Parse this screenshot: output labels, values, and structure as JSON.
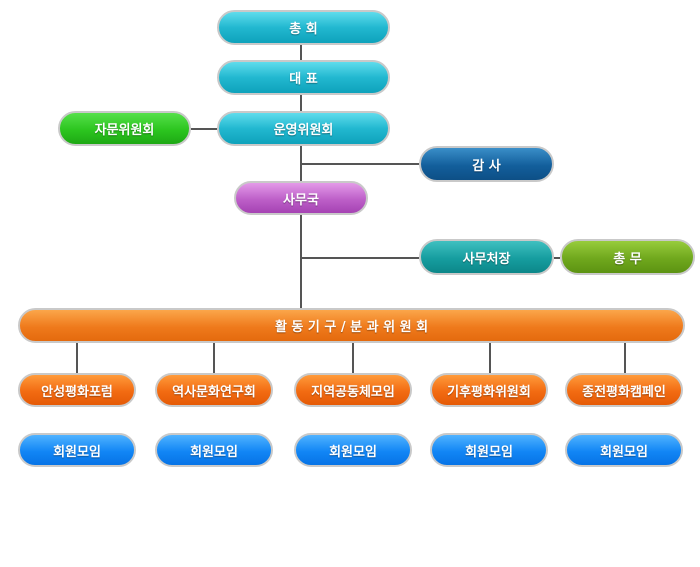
{
  "nodes": {
    "general_assembly": "총 회",
    "representative": "대 표",
    "steering_committee": "운영위원회",
    "advisory_committee": "자문위원회",
    "audit": "감 사",
    "secretariat": "사무국",
    "secretary_general": "사무처장",
    "general_affairs": "총 무",
    "activities_header": "활 동 기 구 / 분 과 위 원 회"
  },
  "committees": [
    "안성평화포럼",
    "역사문화연구회",
    "지역공동체모임",
    "기후평화위원회",
    "종전평화캠페인"
  ],
  "member_meetings": [
    "회원모임",
    "회원모임",
    "회원모임",
    "회원모임",
    "회원모임"
  ],
  "colors": {
    "top_nodes": "#22b8d0",
    "advisory": "#2cc51f",
    "audit": "#135f9c",
    "secretariat": "#bd5fc8",
    "secretary_general": "#169d9f",
    "general_affairs": "#70a81d",
    "activities": "#ef7a1c",
    "committees": "#f26b12",
    "member_meetings": "#1286f5",
    "connector": "#555555"
  }
}
